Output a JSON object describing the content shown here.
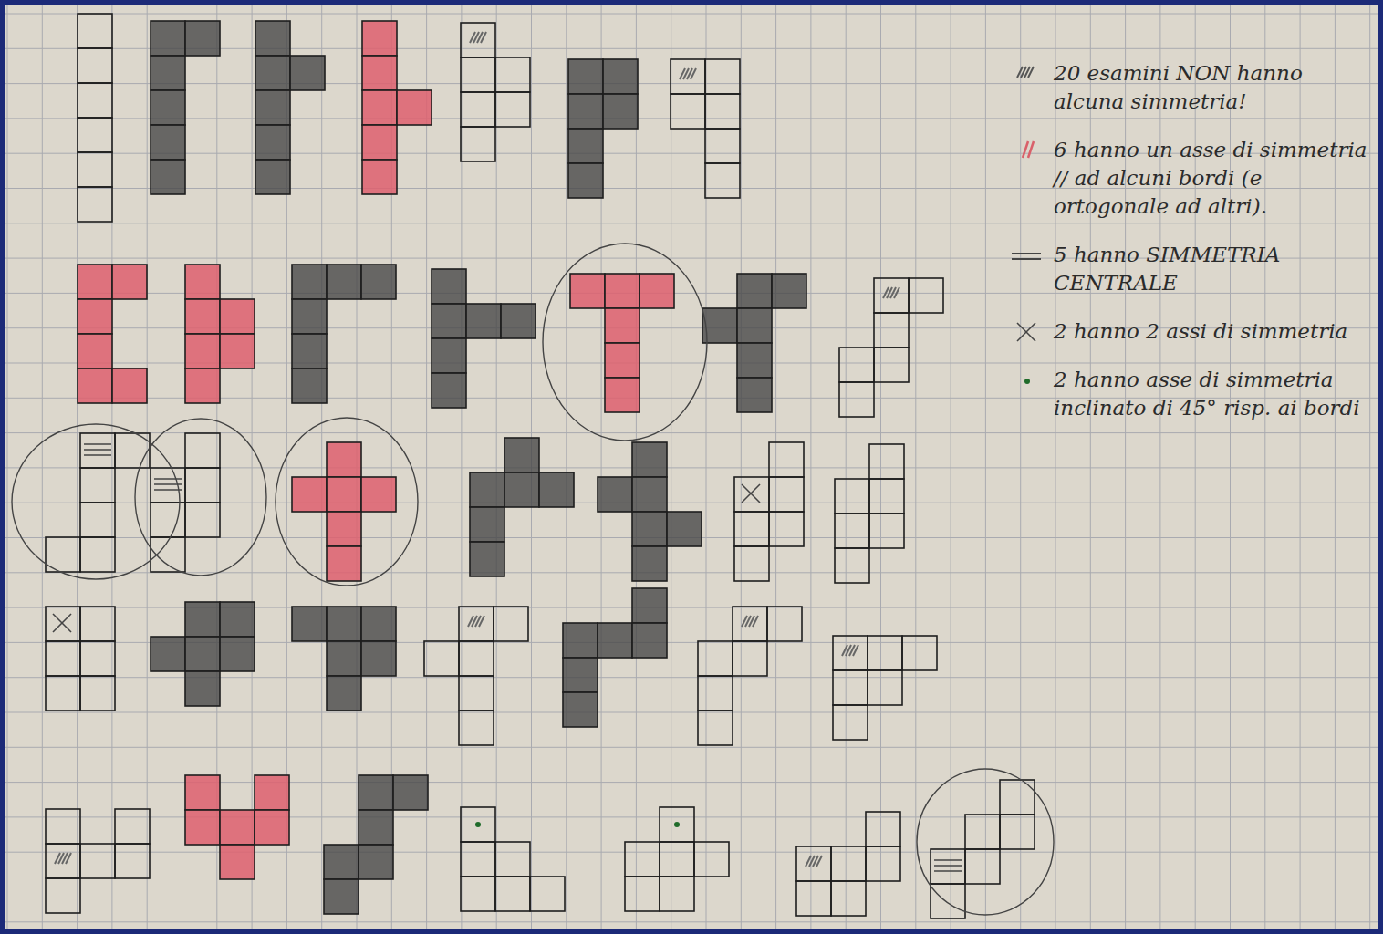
{
  "diagram": {
    "legend": [
      {
        "text": "20 esamini NON hanno alcuna simmetria!"
      },
      {
        "text": "6 hanno un asse di simmetria // ad alcuni bordi (e ortogonale ad altri)."
      },
      {
        "text": "5 hanno SIMMETRIA CENTRALE"
      },
      {
        "text": "2 hanno 2 assi di simmetria"
      },
      {
        "text": "2 hanno asse di simmetria inclinato di 45° risp. ai bordi"
      }
    ]
  }
}
